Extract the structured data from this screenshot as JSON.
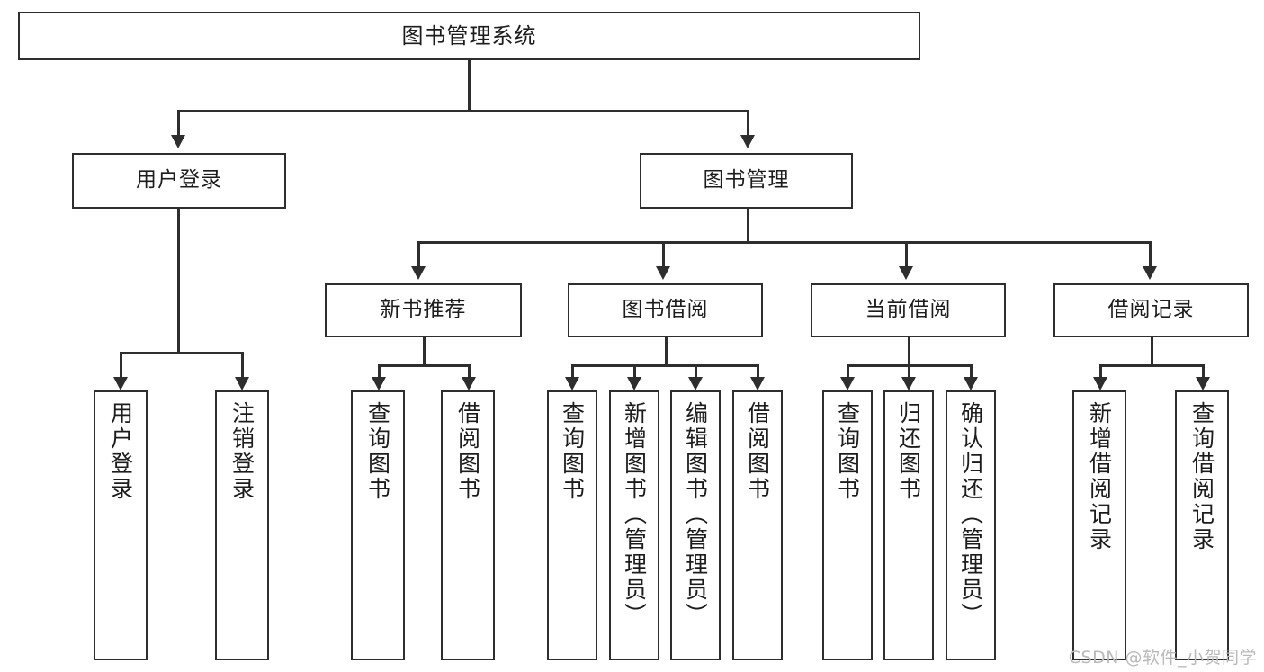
{
  "diagram": {
    "type": "tree-hierarchy",
    "root": {
      "label": "图书管理系统"
    },
    "branches": [
      {
        "label": "用户登录"
      },
      {
        "label": "图书管理"
      }
    ],
    "subbranches": [
      {
        "label": "新书推荐"
      },
      {
        "label": "图书借阅"
      },
      {
        "label": "当前借阅"
      },
      {
        "label": "借阅记录"
      }
    ],
    "leaves": [
      {
        "label": "用户登录"
      },
      {
        "label": "注销登录"
      },
      {
        "label": "查询图书"
      },
      {
        "label": "借阅图书"
      },
      {
        "label": "查询图书"
      },
      {
        "label": "新增图书（管理员）"
      },
      {
        "label": "编辑图书（管理员）"
      },
      {
        "label": "借阅图书"
      },
      {
        "label": "查询图书"
      },
      {
        "label": "归还图书"
      },
      {
        "label": "确认归还（管理员）"
      },
      {
        "label": "新增借阅记录"
      },
      {
        "label": "查询借阅记录"
      }
    ]
  },
  "watermark": {
    "text": "CSDN @软件_小贺同学"
  },
  "colors": {
    "stroke": "#2e2e2e",
    "background": "#ffffff",
    "text": "#1c1c1c",
    "watermark": "#b9b9b9"
  }
}
